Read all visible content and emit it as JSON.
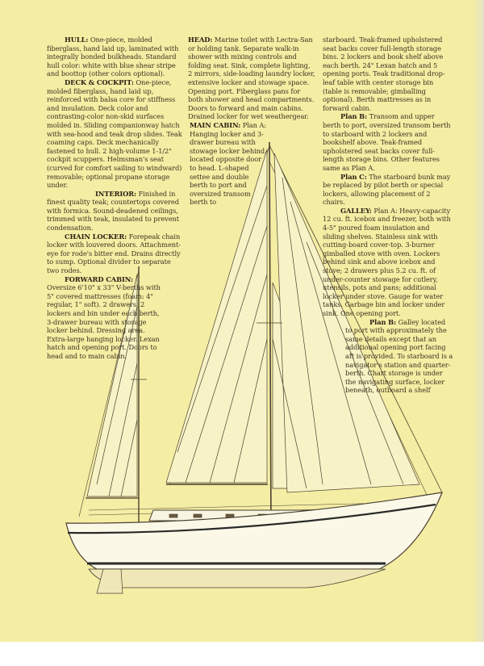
{
  "hull": {
    "heading": "HULL:",
    "body": "One-piece, molded fiberglass, hand laid up, laminated with integrally bonded bulkheads. Standard hull color: white with blue shear stripe and boottop (other colors optional)."
  },
  "deck_cockpit": {
    "heading": "DECK & COCKPIT:",
    "body": "One-piece, molded fiberglass, hand laid up, reinforced with balsa core for stiffness and insulation. Deck color and contrasting-color non-skid surfaces molded in. Sliding companionway hatch with sea-hood and teak drop slides. Teak coaming caps. Deck mechanically fastened to hull. 2 high-volume 1-1/2\" cockpit scuppers. Helmsman's seat (curved for comfort sailing to windward) removable; optional propane storage under."
  },
  "interior": {
    "heading": "INTERIOR:",
    "body": "Finished in finest quality teak; countertops covered with formica. Sound-deadened ceilings, trimmed with teak, insulated to prevent condensation."
  },
  "chain_locker": {
    "heading": "CHAIN LOCKER:",
    "body": "Forepeak chain locker with louvered doors. Attachment-eye for rode's bitter end. Drains directly to sump. Optional divider to separate two rodes."
  },
  "forward_cabin": {
    "heading": "FORWARD CABIN:",
    "body": "Oversize 6'10\" x 33\" V-berths with 5\" covered mattresses (foam: 4\" regular, 1\" soft). 2 drawers, 2 lockers and bin under each berth, 3-drawer bureau with storage locker behind. Dressing area. Extra-large hanging locker. Lexan hatch and opening port. Doors to head and to main cabin."
  },
  "head": {
    "heading": "HEAD:",
    "body": "Marine toilet with Lectra-San or holding tank. Separate walk-in shower with mixing controls and folding seat. Sink, complete lighting, 2 mirrors, side-loading laundry locker, extensive locker and stowage space. Opening port. Fiberglass pans for both shower and head compartments. Doors to forward and main cabins. Drained locker for wet weathergear."
  },
  "main_cabin": {
    "heading": "MAIN CABIN:",
    "body": "Plan A: Hanging locker and 3-drawer bureau with stowage locker behind, located opposite door to head. L-shaped settee and double berth to port and oversized transom berth to"
  },
  "main_cabin_cont": "starboard. Teak-framed upholstered seat backs cover full-length storage bins. 2 lockers and book shelf above each berth. 24\" Lexan hatch and 5 opening ports. Teak traditional drop-leaf table with center storage bin (table is removable; gimballing optional). Berth mattresses as in forward cabin.",
  "plan_b_cabin": {
    "heading": "Plan B:",
    "body": "Transom and upper berth to port, oversized transom berth to starboard with 2 lockers and bookshelf above. Teak-framed upholstered seat backs cover full-length storage bins. Other features same as Plan A."
  },
  "plan_c": {
    "heading": "Plan C:",
    "body": "The starboard bunk may be replaced by pilot berth or special lockers, allowing placement of 2 chairs."
  },
  "galley": {
    "heading": "GALLEY:",
    "body": "Plan A: Heavy-capacity 12 cu. ft. icebox and freezer, both with 4-5\" poured foam insulation and sliding shelves. Stainless sink with cutting-board cover-top. 3-burner gimballed stove with oven. Lockers behind sink and above icebox and stove; 2 drawers plus 5.2 cu. ft. of under-counter stowage for cutlery, utensils, pots and pans; additional locker under stove. Gauge for water tanks. Garbage bin and locker under sink. One opening port."
  },
  "plan_b_galley": {
    "heading": "Plan B:",
    "body": "Galley located to port with approximately the same details except that an additional opening port facing aft is provided. To starboard is a navigator's station and quarter-berth. Chart storage is under the navigating surface, locker beneath, outboard a shelf"
  },
  "colors": {
    "paper": "#f4eda4",
    "ink": "#3d3220",
    "hull_stripe": "#2a2a2a"
  }
}
